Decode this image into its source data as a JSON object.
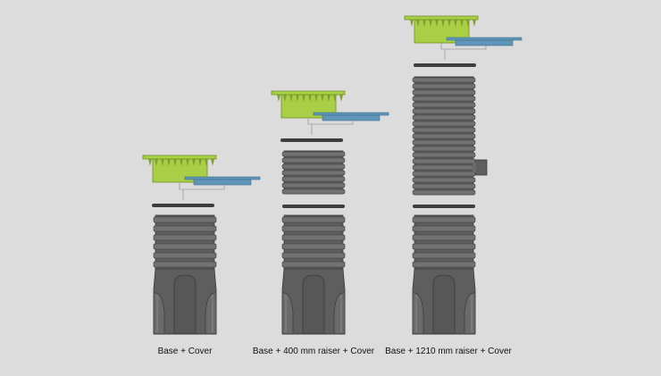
{
  "configurations": [
    {
      "label": "Base + Cover"
    },
    {
      "label": "Base + 400 mm raiser + Cover"
    },
    {
      "label": "Base + 1210 mm raiser + Cover"
    }
  ],
  "colors": {
    "background": "#dcdcdc",
    "chamber": "#5e5e5e",
    "chamber_ridge": "#727272",
    "chamber_outline": "#3a3a3a",
    "seal": "#3d3d3d",
    "cover_frame": "#a8cf45",
    "cover_lid": "#5f96b8",
    "connector": "#9a9a9a"
  }
}
